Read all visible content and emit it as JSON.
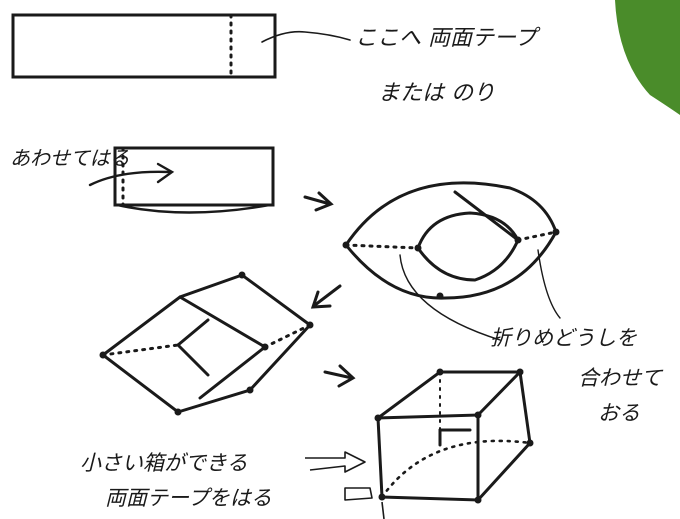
{
  "notes": {
    "glue_here": "ここへ 両面テープ",
    "or_glue": "または のり",
    "align_and_stick": "あわせてはる",
    "match_folds": "折りめどうしを",
    "match_folds_2": "合わせて",
    "match_folds_3": "おる",
    "small_box_done": "小さい箱ができる",
    "tape_stick": "両面テープをはる"
  },
  "colors": {
    "ink": "#1a1a1a",
    "accent": "#4a8c2a"
  }
}
